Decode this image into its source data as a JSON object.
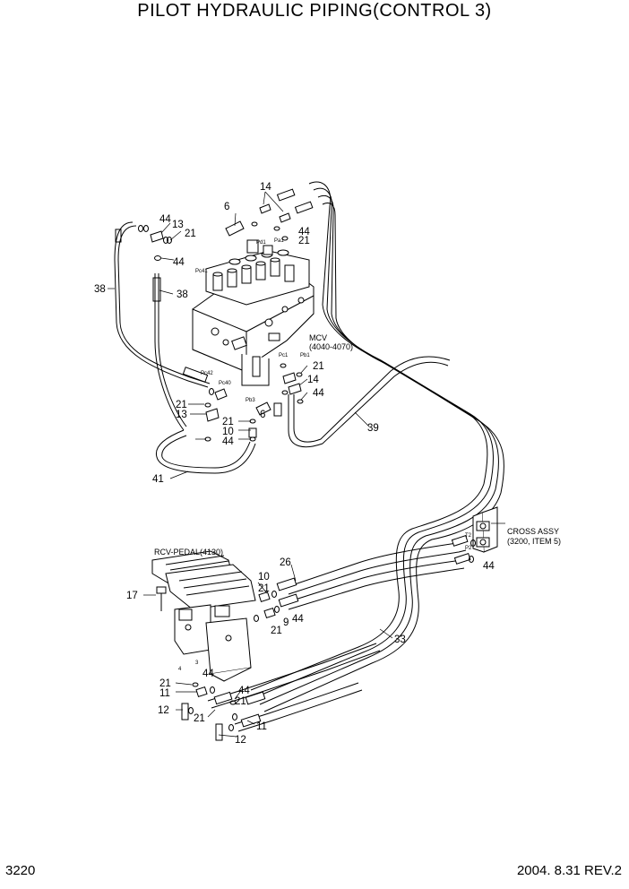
{
  "title": "PILOT HYDRAULIC PIPING(CONTROL 3)",
  "footer": {
    "page_number": "3220",
    "date_rev": "2004. 8.31  REV.2"
  },
  "notes": {
    "mcv": "MCV",
    "mcv_range": "(4040-4070)",
    "cross_assy": "CROSS ASSY",
    "cross_assy_ref": "(3200, ITEM 5)",
    "rcv_pedal": "RCV-PEDAL(4130)"
  },
  "callouts": [
    "3",
    "4",
    "6",
    "9",
    "10",
    "11",
    "12",
    "13",
    "14",
    "17",
    "21",
    "26",
    "33",
    "38",
    "39",
    "41",
    "44"
  ],
  "ports": [
    "Pc41",
    "Pd1",
    "Pa1",
    "Pc1",
    "Pb1",
    "Pc42",
    "Pc40",
    "Pb3",
    "T2",
    "P2"
  ]
}
